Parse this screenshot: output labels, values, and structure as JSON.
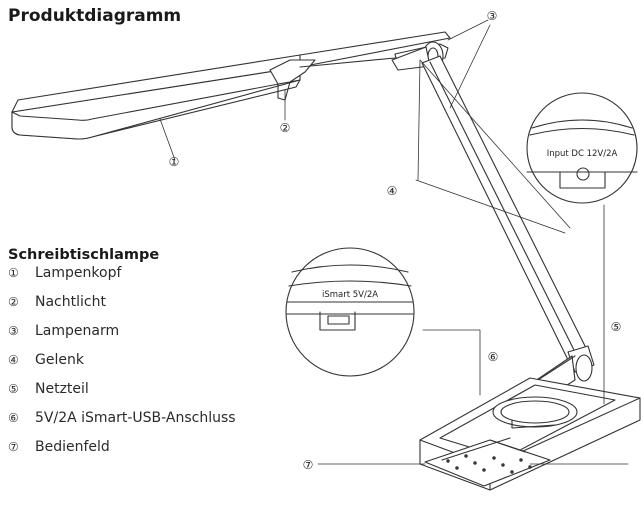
{
  "title": "Produktdiagramm",
  "subtitle": "Schreibtischlampe",
  "parts": [
    {
      "num": "①",
      "label": "Lampenkopf"
    },
    {
      "num": "②",
      "label": "Nachtlicht"
    },
    {
      "num": "③",
      "label": "Lampenarm"
    },
    {
      "num": "④",
      "label": "Gelenk"
    },
    {
      "num": "⑤",
      "label": "Netzteil"
    },
    {
      "num": "⑥",
      "label": "5V/2A iSmart-USB-Anschluss"
    },
    {
      "num": "⑦",
      "label": "Bedienfeld"
    }
  ],
  "callouts": {
    "input": "Input DC 12V/2A",
    "ismart": "iSmart 5V/2A"
  }
}
